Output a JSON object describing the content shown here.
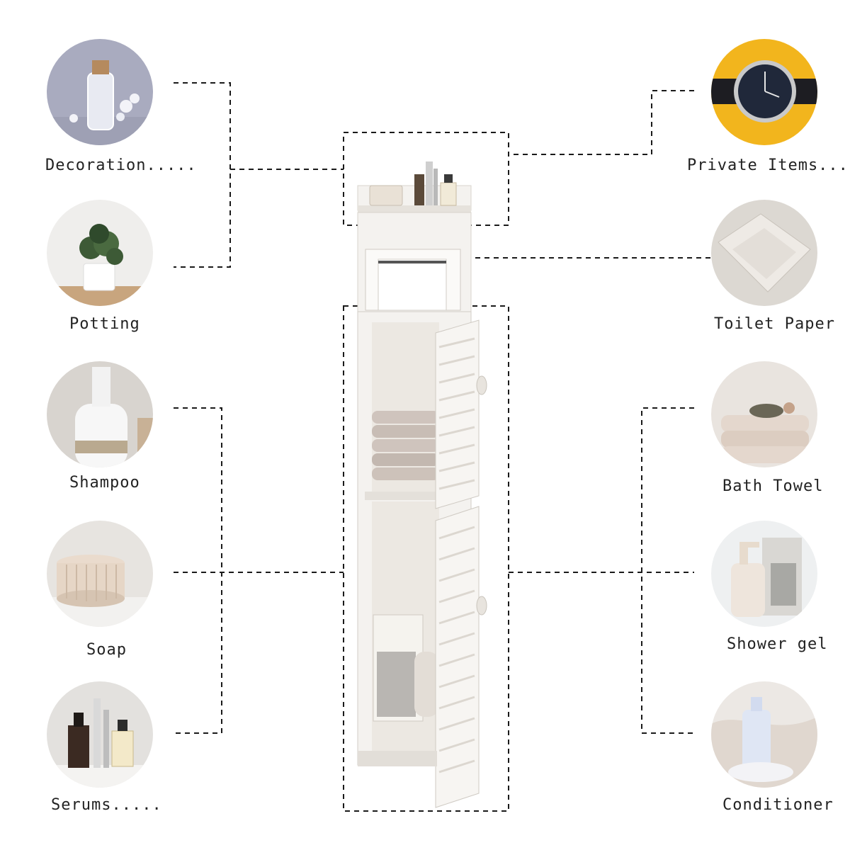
{
  "left_items": [
    {
      "label": "Decoration....."
    },
    {
      "label": "Potting"
    },
    {
      "label": "Shampoo"
    },
    {
      "label": "Soap"
    },
    {
      "label": "Serums....."
    }
  ],
  "right_items": [
    {
      "label": "Private Items....."
    },
    {
      "label": "Toilet Paper"
    },
    {
      "label": "Bath Towel"
    },
    {
      "label": "Shower gel"
    },
    {
      "label": "Conditioner"
    }
  ],
  "colors": {
    "connector": "#1a1a1a",
    "cabinet": "#f4f2ef",
    "cabinet_shade": "#dedad4",
    "accent_yellow": "#f2b51d"
  }
}
